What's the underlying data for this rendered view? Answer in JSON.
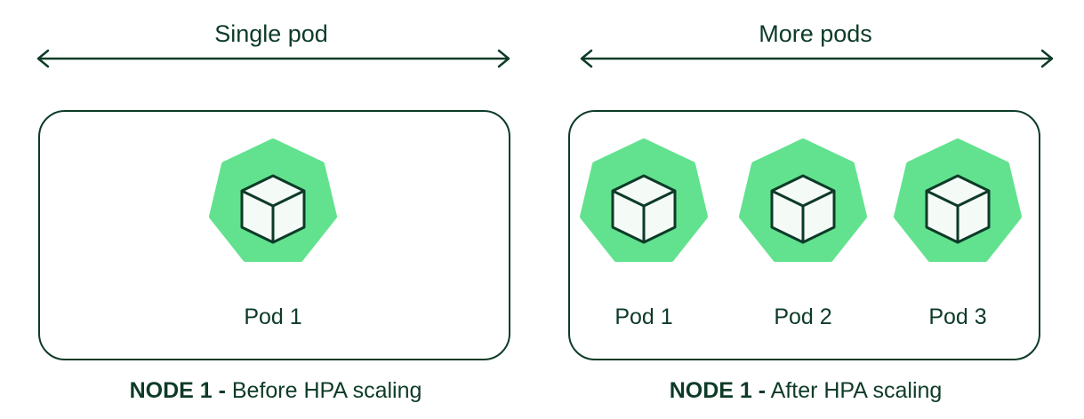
{
  "colors": {
    "dark_green": "#0d3b27",
    "pod_green": "#62e28f",
    "cube_fill": "#f4fbf7"
  },
  "left": {
    "arrow_label": "Single pod",
    "pods": [
      {
        "label": "Pod 1",
        "icon": "kubernetes-pod-cube-icon"
      }
    ],
    "caption_bold": "NODE 1 -",
    "caption_rest": "Before HPA scaling"
  },
  "right": {
    "arrow_label": "More pods",
    "pods": [
      {
        "label": "Pod 1",
        "icon": "kubernetes-pod-cube-icon"
      },
      {
        "label": "Pod 2",
        "icon": "kubernetes-pod-cube-icon"
      },
      {
        "label": "Pod 3",
        "icon": "kubernetes-pod-cube-icon"
      }
    ],
    "caption_bold": "NODE 1 -",
    "caption_rest": "After HPA scaling"
  }
}
